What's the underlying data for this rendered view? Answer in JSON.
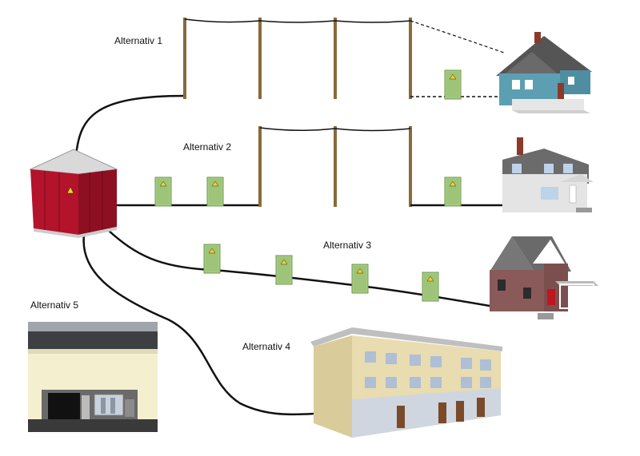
{
  "labels": {
    "alt1": "Alternativ 1",
    "alt2": "Alternativ 2",
    "alt3": "Alternativ 3",
    "alt4": "Alternativ 4",
    "alt5": "Alternativ 5"
  },
  "colors": {
    "cable": "#111111",
    "pole": "#8a6a3a",
    "cabinet": "#9ec47a",
    "substation": "#b3132b",
    "house1_wall": "#5d9fb2",
    "house2_wall": "#e4e4e4",
    "house3_wall": "#8a5a5a",
    "building_wall": "#e8dcb0"
  },
  "icons": {
    "substation": "substation-icon",
    "cabinet": "distribution-cabinet-icon",
    "pole": "utility-pole-icon",
    "house": "house-icon",
    "building": "apartment-building-icon",
    "indoor_substation": "indoor-substation-icon"
  }
}
